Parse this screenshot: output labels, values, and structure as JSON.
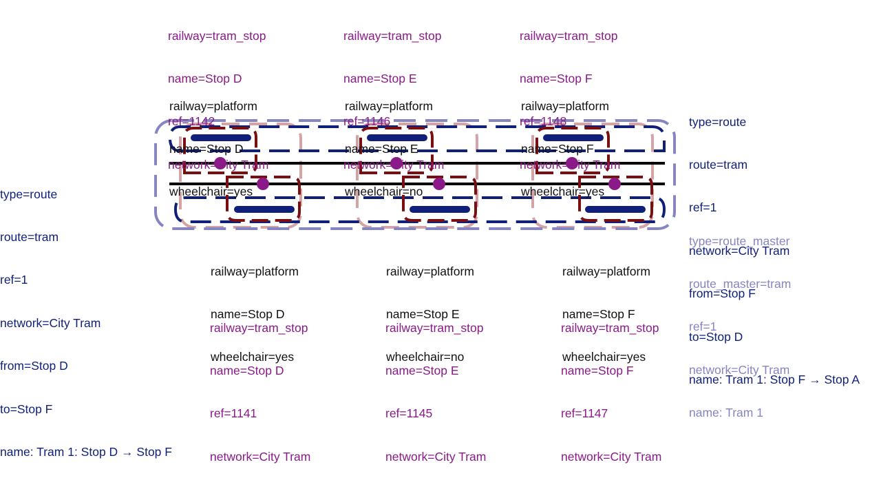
{
  "colors": {
    "tram_stop_text": "#8b1a89",
    "platform_text": "#111111",
    "route_text": "#0f1f7a",
    "route_master_text": "#8585c2",
    "route_forward_outline": "#0f1f7a",
    "route_backward_outline": "#0f1f7a",
    "route_master_outline": "#8585c2",
    "stop_area_outline": "#d3a3a5",
    "stop_group_outline": "#7a0f12",
    "platform_bar": "#0f1f7a",
    "track": "#000000",
    "stop_position_dot": "#8b1a89"
  },
  "top": {
    "tram_stops": [
      {
        "lines": [
          "railway=tram_stop",
          "name=Stop D",
          "ref=1142",
          "network=City Tram"
        ]
      },
      {
        "lines": [
          "railway=tram_stop",
          "name=Stop E",
          "ref=1146",
          "network=City Tram"
        ]
      },
      {
        "lines": [
          "railway=tram_stop",
          "name=Stop F",
          "ref=1148",
          "network=City Tram"
        ]
      }
    ],
    "platforms": [
      {
        "lines": [
          "railway=platform",
          "name=Stop D",
          "wheelchair=yes"
        ]
      },
      {
        "lines": [
          "railway=platform",
          "name=Stop E",
          "wheelchair=no"
        ]
      },
      {
        "lines": [
          "railway=platform",
          "name=Stop F",
          "wheelchair=yes"
        ]
      }
    ]
  },
  "bottom": {
    "platforms": [
      {
        "lines": [
          "railway=platform",
          "name=Stop D",
          "wheelchair=yes"
        ]
      },
      {
        "lines": [
          "railway=platform",
          "name=Stop E",
          "wheelchair=no"
        ]
      },
      {
        "lines": [
          "railway=platform",
          "name=Stop F",
          "wheelchair=yes"
        ]
      }
    ],
    "tram_stops": [
      {
        "lines": [
          "railway=tram_stop",
          "name=Stop D",
          "ref=1141",
          "network=City Tram"
        ]
      },
      {
        "lines": [
          "railway=tram_stop",
          "name=Stop E",
          "ref=1145",
          "network=City Tram"
        ]
      },
      {
        "lines": [
          "railway=tram_stop",
          "name=Stop F",
          "ref=1147",
          "network=City Tram"
        ]
      }
    ]
  },
  "route_forward": {
    "lines": [
      "type=route",
      "route=tram",
      "ref=1",
      "network=City Tram",
      "from=Stop D",
      "to=Stop F",
      "name: Tram 1: Stop D → Stop F"
    ]
  },
  "route_backward": {
    "lines": [
      "type=route",
      "route=tram",
      "ref=1",
      "network=City Tram",
      "from=Stop F",
      "to=Stop D",
      "name: Tram 1: Stop F → Stop A"
    ]
  },
  "route_master": {
    "lines": [
      "type=route_master",
      "route_master=tram",
      "ref=1",
      "network=City Tram",
      "name: Tram 1"
    ]
  }
}
